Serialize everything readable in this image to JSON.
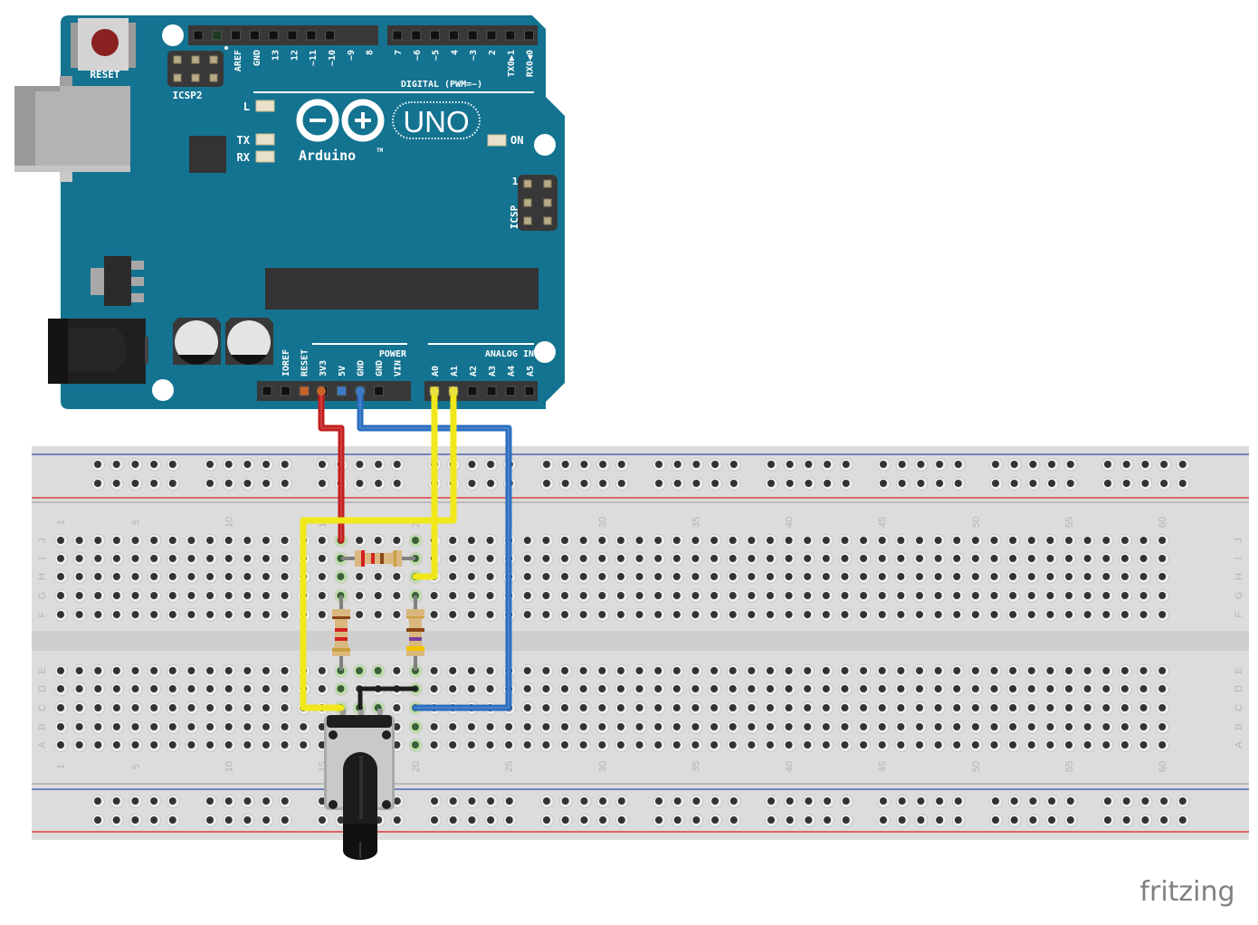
{
  "watermark": "fritzing",
  "arduino": {
    "model": "UNO",
    "brand": "Arduino",
    "trademark": "TM",
    "reset_label": "RESET",
    "icsp2_label": "ICSP2",
    "icsp_label": "ICSP",
    "icsp_pin1": "1",
    "digital_label": "DIGITAL (PWM=~)",
    "power_label": "POWER",
    "analog_label": "ANALOG IN",
    "leds": [
      {
        "name": "L",
        "label": "L"
      },
      {
        "name": "TX",
        "label": "TX"
      },
      {
        "name": "RX",
        "label": "RX"
      },
      {
        "name": "ON",
        "label": "ON"
      }
    ],
    "digital_pins_left": [
      "AREF",
      "GND",
      "13",
      "12",
      "~11",
      "~10",
      "~9",
      "8"
    ],
    "digital_pins_right": [
      "7",
      "~6",
      "~5",
      "4",
      "~3",
      "2",
      "TX0▶1",
      "RX0◀0"
    ],
    "power_pins": [
      "IOREF",
      "RESET",
      "3V3",
      "5V",
      "GND",
      "GND",
      "VIN"
    ],
    "analog_pins": [
      "A0",
      "A1",
      "A2",
      "A3",
      "A4",
      "A5"
    ],
    "colors": {
      "board": "#137391",
      "header": "#383838",
      "chip": "#333333",
      "reset_button": "#8b2222"
    }
  },
  "breadboard": {
    "rows_top": [
      "J",
      "I",
      "H",
      "G",
      "F"
    ],
    "rows_bottom": [
      "E",
      "D",
      "C",
      "B",
      "A"
    ],
    "columns": 60,
    "column_labels": [
      "1",
      "5",
      "10",
      "15",
      "20",
      "25",
      "30",
      "35",
      "40",
      "45",
      "50",
      "55",
      "60"
    ],
    "rail_groups": 10,
    "colors": {
      "body": "#dcdcdc",
      "rail_blue": "#2f4fa8",
      "rail_red": "#e02020",
      "hole": "#333333"
    }
  },
  "components": {
    "resistors": [
      {
        "id": "R1",
        "orientation": "horizontal",
        "row": "I",
        "from_col": 16,
        "to_col": 20,
        "bands": [
          "#d42020",
          "#d42020",
          "#8b4513",
          "#c8a040"
        ]
      },
      {
        "id": "R2",
        "orientation": "vertical",
        "col": 16,
        "from_row": "G",
        "to_row": "E",
        "bands": [
          "#8b4513",
          "#d42020",
          "#d42020",
          "#c8a040"
        ]
      },
      {
        "id": "R3",
        "orientation": "vertical",
        "col": 20,
        "from_row": "G",
        "to_row": "E",
        "bands": [
          "#8b4513",
          "#7b3fa0",
          "#f2c500",
          "#c8a040"
        ]
      }
    ],
    "potentiometer": {
      "id": "POT1",
      "pins_cols": [
        16,
        17,
        18
      ],
      "row": "C"
    }
  },
  "wires": [
    {
      "id": "wire-3v3",
      "color": "#c41e1e",
      "from": "3V3",
      "to": "J16"
    },
    {
      "id": "wire-gnd",
      "color": "#2a6ebf",
      "from": "GND",
      "to": "C20"
    },
    {
      "id": "wire-a0",
      "color": "#f0e81a",
      "from": "A0",
      "to": "H20"
    },
    {
      "id": "wire-a1",
      "color": "#f0e81a",
      "from": "A1",
      "to": "C16"
    },
    {
      "id": "wire-wiper",
      "color": "#1e1e1e",
      "from": "C17",
      "to": "D20"
    }
  ]
}
